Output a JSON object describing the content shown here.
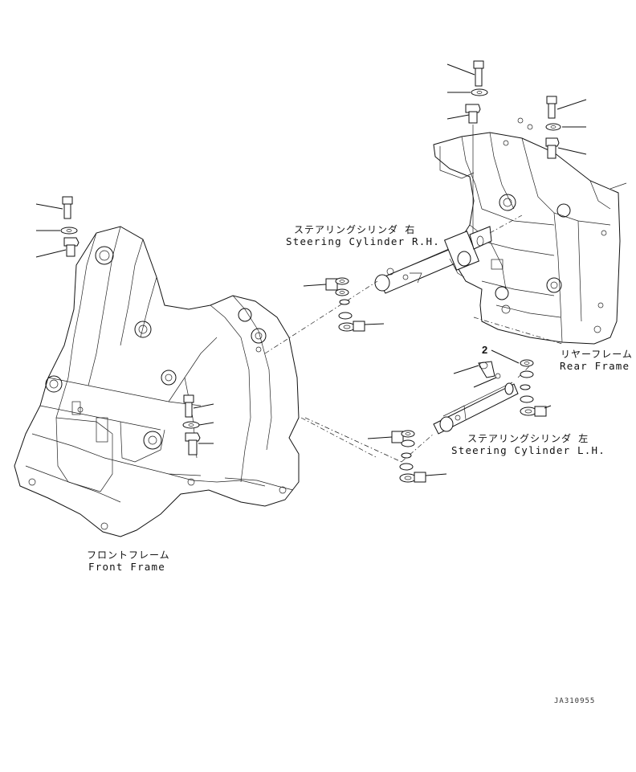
{
  "diagram": {
    "labels": {
      "steering_cylinder_rh_jp": "ステアリングシリンダ 右",
      "steering_cylinder_rh_en": "Steering Cylinder R.H.",
      "steering_cylinder_lh_jp": "ステアリングシリンダ 左",
      "steering_cylinder_lh_en": "Steering Cylinder L.H.",
      "rear_frame_jp": "リヤーフレーム",
      "rear_frame_en": "Rear Frame",
      "front_frame_jp": "フロントフレーム",
      "front_frame_en": "Front Frame"
    },
    "callouts": [
      "2"
    ],
    "drawing_code": "JA310955",
    "colors": {
      "line": "#111111",
      "background": "#ffffff"
    }
  }
}
